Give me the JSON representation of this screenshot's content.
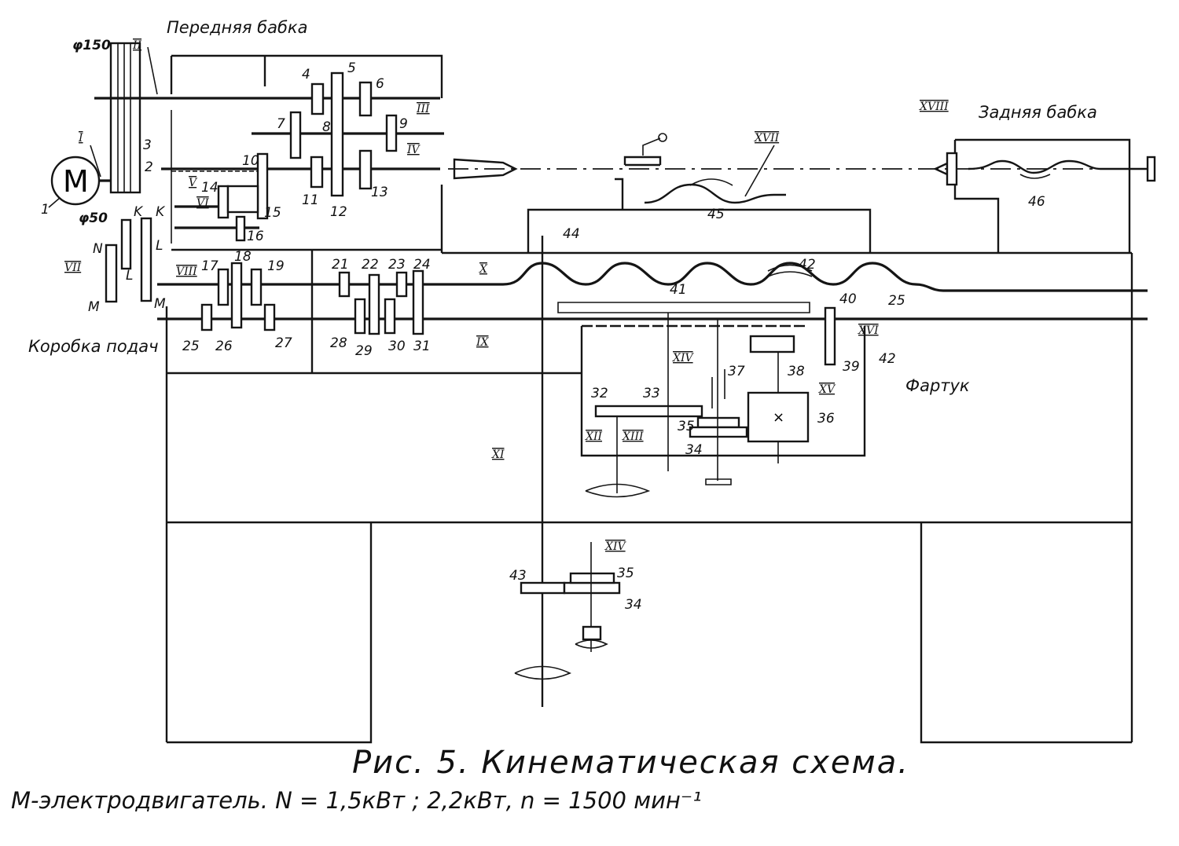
{
  "figure": {
    "title": "Рис. 5. Кинематическая схема.",
    "motor_note": "М-электродвигатель. N = 1,5кВт ; 2,2кВт, n = 1500 мин⁻¹"
  },
  "sections": {
    "headstock": "Передняя бабка",
    "tailstock": "Задняя бабка",
    "feed_box": "Коробка подач",
    "apron": "Фартук"
  },
  "motor": {
    "symbol": "M",
    "label": "1"
  },
  "pulleys": {
    "large": "φ150",
    "small": "φ50"
  },
  "shafts": [
    "I",
    "II",
    "III",
    "IV",
    "V",
    "VI",
    "VII",
    "VIII",
    "IX",
    "X",
    "XI",
    "XII",
    "XIII",
    "XIV",
    "XV",
    "XVI",
    "XVII",
    "XVIII"
  ],
  "shaft_labels": {
    "I": "I",
    "II": "II",
    "III": "III",
    "IV": "IV",
    "V": "V",
    "VI": "VI",
    "VII": "VII",
    "VIII": "VIII",
    "IX": "IX",
    "X": "X",
    "XI": "XI",
    "XII": "XII",
    "XIII": "XIII",
    "XIV": "XIV",
    "XIV_lower": "XIV",
    "XV": "XV",
    "XVI": "XVI",
    "XVII": "XVII",
    "XVIII": "XVIII"
  },
  "gear_labels": {
    "g2": "2",
    "g3": "3",
    "g4": "4",
    "g5": "5",
    "g6": "6",
    "g7": "7",
    "g8": "8",
    "g9": "9",
    "g10": "10",
    "g11": "11",
    "g12": "12",
    "g13": "13",
    "g14": "14",
    "g15": "15",
    "g16": "16",
    "g17": "17",
    "g18": "18",
    "g19": "19",
    "g21": "21",
    "g22": "22",
    "g23": "23",
    "g24": "24",
    "g25": "25",
    "g26": "26",
    "g27": "27",
    "g28": "28",
    "g29": "29",
    "g30": "30",
    "g31": "31",
    "g32": "32",
    "g33": "33",
    "g34": "34",
    "g35": "35",
    "g36": "36",
    "g37": "37",
    "g38": "38",
    "g39": "39",
    "g40": "40",
    "g41": "41",
    "g42": "42",
    "g42b": "42",
    "g43": "43",
    "g34b": "34",
    "g35b": "35",
    "g44": "44",
    "g45": "45",
    "g46": "46",
    "g25b": "25"
  },
  "guitar_labels": {
    "K1": "K",
    "K2": "K",
    "L1": "L",
    "L2": "L",
    "M1": "M",
    "M2": "M",
    "N": "N"
  }
}
